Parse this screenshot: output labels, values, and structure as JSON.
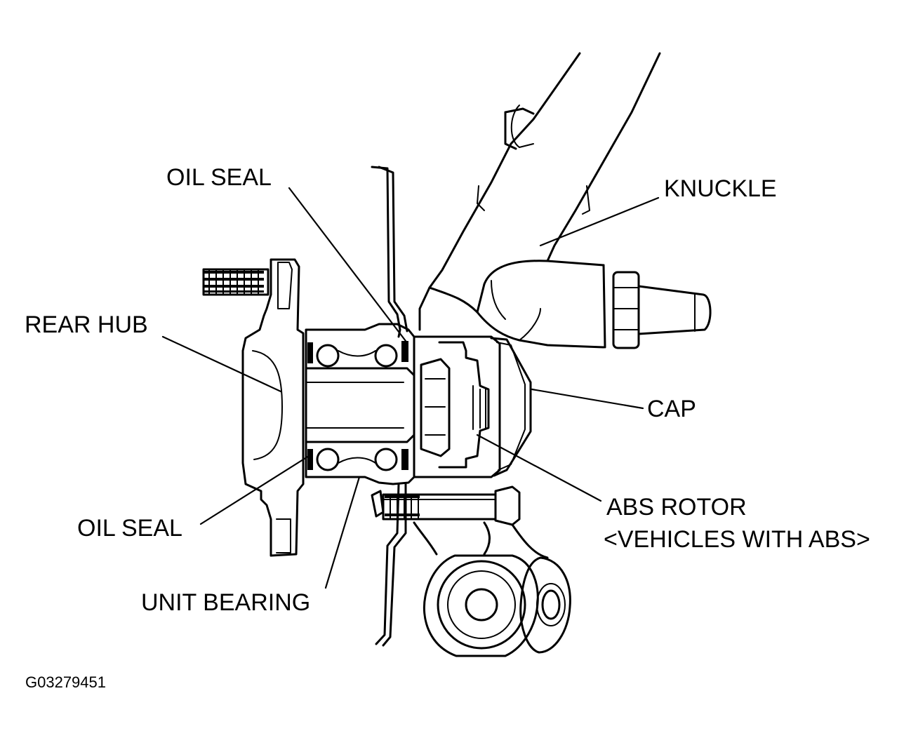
{
  "labels": {
    "oil_seal_top": "OIL SEAL",
    "knuckle": "KNUCKLE",
    "rear_hub": "REAR HUB",
    "cap": "CAP",
    "oil_seal_bottom": "OIL SEAL",
    "abs_rotor_line1": "ABS ROTOR",
    "abs_rotor_line2": "<VEHICLES WITH ABS>",
    "unit_bearing": "UNIT BEARING"
  },
  "figure_code": "G03279451"
}
